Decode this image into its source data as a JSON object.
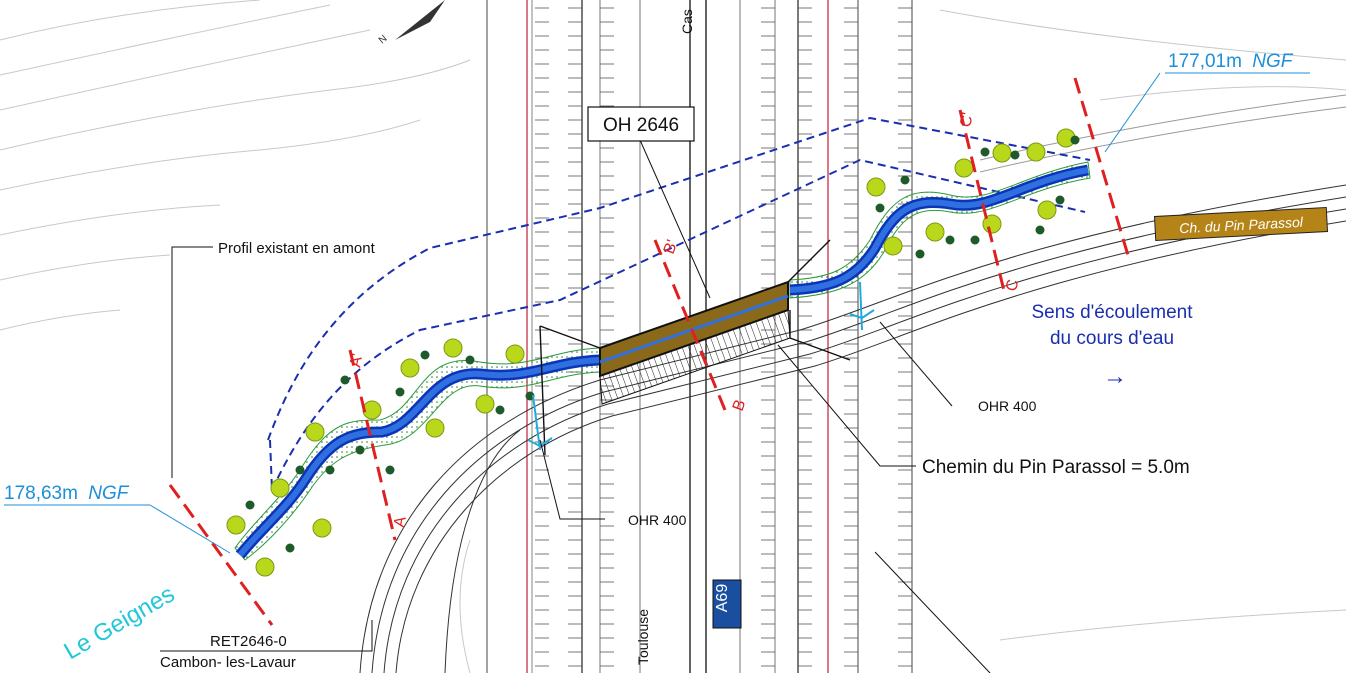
{
  "labels": {
    "structure": "OH 2646",
    "upstream_profile": "Profil existant en amont",
    "flow_line1": "Sens d'écoulement",
    "flow_line2": "du cours d'eau",
    "flow_arrow": "→",
    "ohr_right": "OHR 400",
    "ohr_left": "OHR 400",
    "path_width": "Chemin du Pin Parassol = 5.0m",
    "road_badge": "Ch. du Pin Parassol",
    "elev_upstream_value": "178,63m",
    "elev_upstream_unit": "NGF",
    "elev_downstream_value": "177,01m",
    "elev_downstream_unit": "NGF",
    "stream_name": "Le Geignes",
    "ret_code": "RET2646-0",
    "commune": "Cambon- les-Lavaur",
    "motorway": "A69",
    "dir_toulouse": "Toulouse",
    "dir_castres": "Cas",
    "sec_a": "A",
    "sec_a_prime": "A'",
    "sec_b": "B",
    "sec_b_prime": "B'",
    "sec_c": "C",
    "sec_c_prime": "C'",
    "compass_n": "N"
  },
  "colors": {
    "water": "#2f6fe0",
    "water_edge": "#0b35b8",
    "culvert": "#8a6a1a",
    "section": "#e02020",
    "boundary": "#1a2fb0",
    "elev_text": "#1c8fd8",
    "stream_text": "#22c7d8",
    "tree": "#b9d81c",
    "shrub": "#1f5a2a",
    "road_line": "#333333",
    "badge_bg": "#b58418",
    "motorway_badge": "#1a4fa0",
    "edge_red": "#c0203a"
  }
}
